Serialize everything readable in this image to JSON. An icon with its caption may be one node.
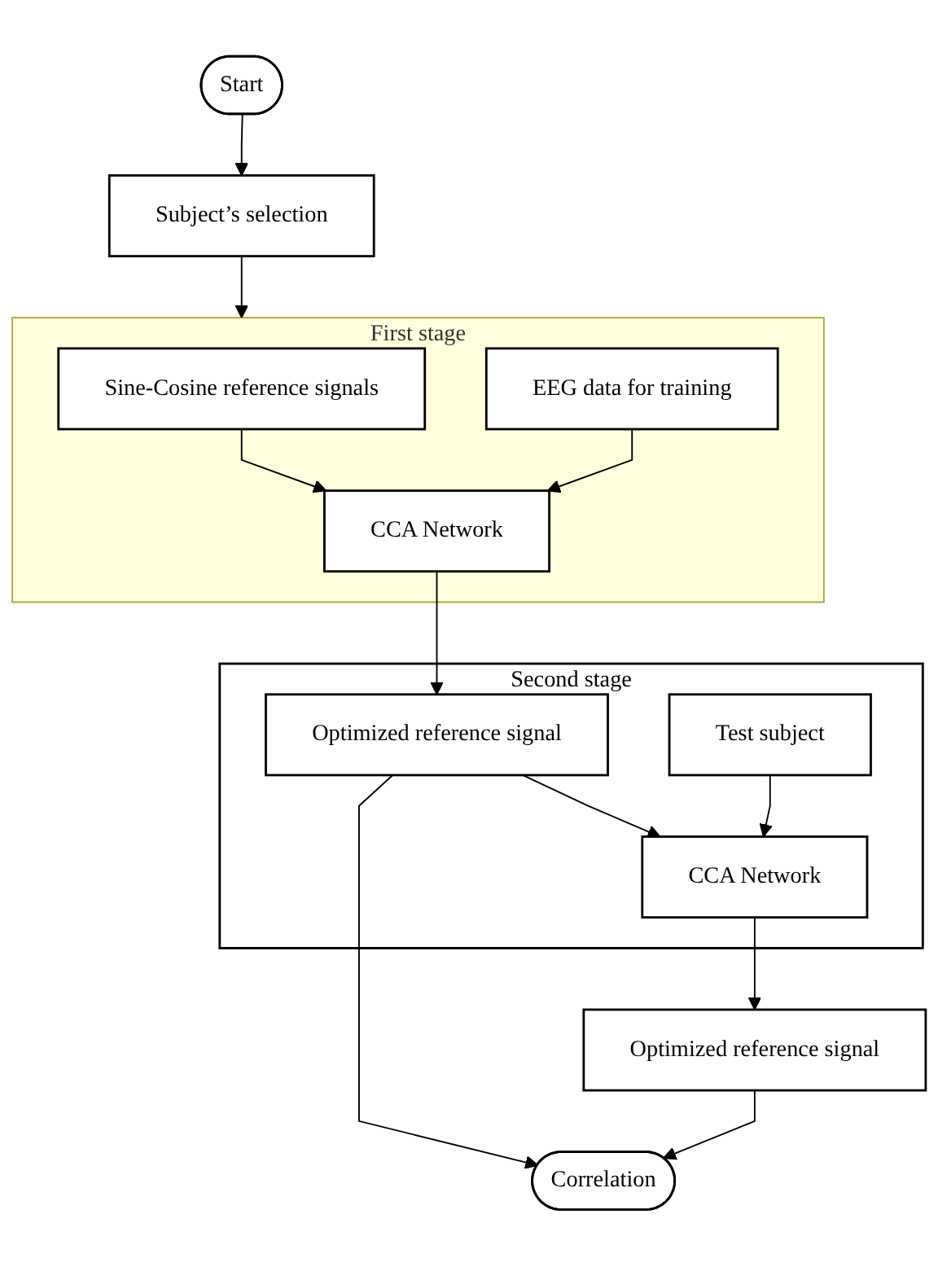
{
  "diagram": {
    "nodes": [
      {
        "text": [
          "Start"
        ]
      },
      {
        "text": [
          "Subject’s selection"
        ]
      },
      {
        "text": [
          "First stage"
        ]
      },
      {
        "text": [
          "Sine-Cosine reference signals"
        ],
        "in": 2
      },
      {
        "text": [
          "EEG data for training"
        ],
        "in": 2
      },
      {
        "text": [
          "CCA Network"
        ],
        "in": 2
      },
      {
        "text": [
          "Second stage"
        ]
      },
      {
        "text": [
          "Optimized reference signal"
        ],
        "in": 6
      },
      {
        "text": [
          "Test subject"
        ],
        "in": 6
      },
      {
        "text": [
          "CCA Network"
        ],
        "in": 6
      },
      {
        "text": [
          "Optimized reference signal"
        ]
      },
      {
        "text": [
          "Correlation"
        ]
      }
    ],
    "edges": [
      {
        "from": 0,
        "to": 1,
        "arrow": "to"
      },
      {
        "from": 1,
        "to": 2,
        "arrow": "to"
      },
      {
        "from": 3,
        "to": 5,
        "arrow": "to"
      },
      {
        "from": 4,
        "to": 5,
        "arrow": "to"
      },
      {
        "from": 5,
        "to": 7,
        "arrow": "to"
      },
      {
        "from": 7,
        "to": 9,
        "arrow": "to"
      },
      {
        "from": 8,
        "to": 9,
        "arrow": "to"
      },
      {
        "from": 9,
        "to": 10,
        "arrow": "to"
      },
      {
        "from": 7,
        "to": 11,
        "arrow": "to"
      },
      {
        "from": 10,
        "to": 11,
        "arrow": "to"
      }
    ]
  }
}
